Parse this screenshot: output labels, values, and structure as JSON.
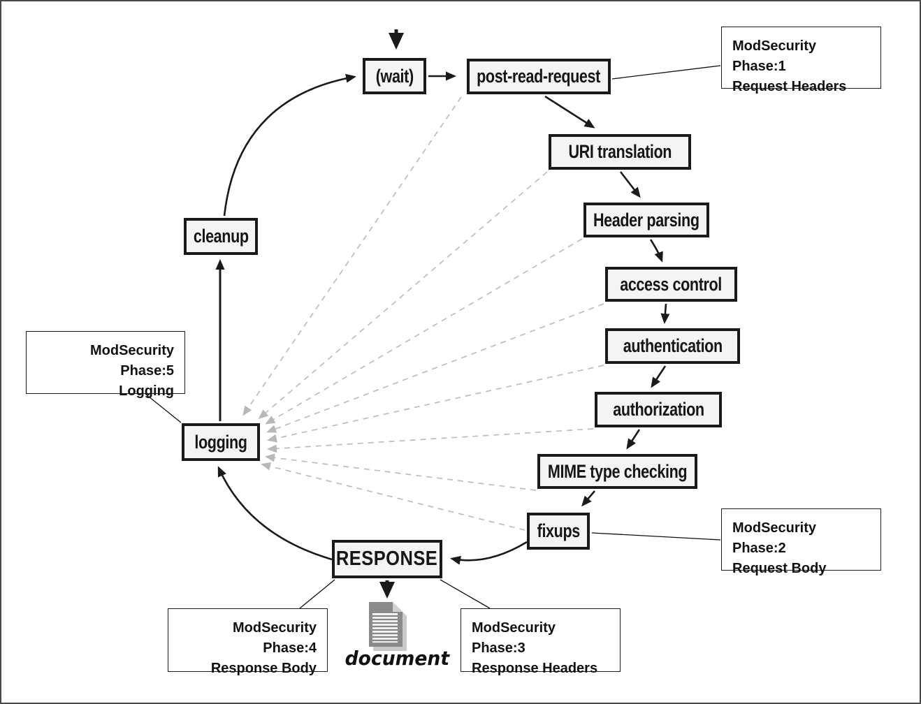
{
  "diagram": {
    "title_hint": "Apache request processing cycle with ModSecurity phases",
    "nodes": {
      "wait": {
        "label": "(wait)"
      },
      "post_read_request": {
        "label": "post-read-request"
      },
      "uri_translation": {
        "label": "URI translation"
      },
      "header_parsing": {
        "label": "Header parsing"
      },
      "access_control": {
        "label": "access control"
      },
      "authentication": {
        "label": "authentication"
      },
      "authorization": {
        "label": "authorization"
      },
      "mime_type_checking": {
        "label": "MIME type checking"
      },
      "fixups": {
        "label": "fixups"
      },
      "response": {
        "label": "RESPONSE"
      },
      "logging": {
        "label": "logging"
      },
      "cleanup": {
        "label": "cleanup"
      },
      "document": {
        "label": "document"
      }
    },
    "annotations": {
      "phase1": {
        "line1": "ModSecurity Phase:1",
        "line2": "Request Headers"
      },
      "phase2": {
        "line1": "ModSecurity Phase:2",
        "line2": "Request Body"
      },
      "phase3": {
        "line1": "ModSecurity Phase:3",
        "line2": "Response Headers"
      },
      "phase4": {
        "line1": "ModSecurity Phase:4",
        "line2": "Response Body"
      },
      "phase5": {
        "line1": "ModSecurity Phase:5",
        "line2": "Logging"
      }
    },
    "colors": {
      "node_border": "#1a1a1a",
      "node_fill": "#f4f4f4",
      "annotation_border": "#1c1c1c",
      "dashed_connector": "#bdbdbd",
      "frame": "#4a4a4a"
    }
  }
}
